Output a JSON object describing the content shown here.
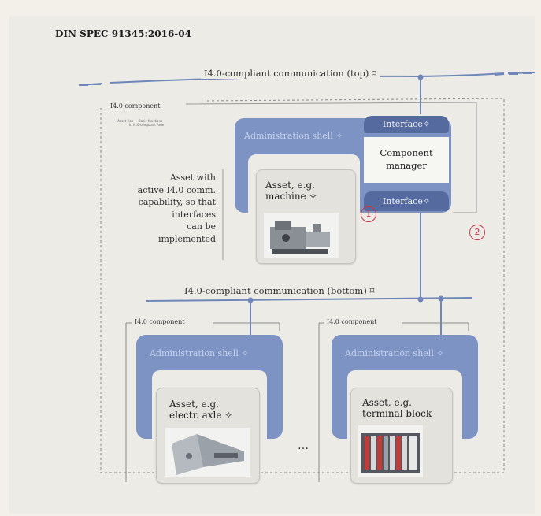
{
  "header": {
    "title": "DIN SPEC 91345:2016-04"
  },
  "top_bus": {
    "label": "I4.0-compliant communication (top) ⌑"
  },
  "bottom_bus": {
    "label": "I4.0-compliant communication (bottom) ⌑"
  },
  "main_component": {
    "label": "I4.0 component",
    "tiny_legend": [
      "— Asset Hoe  — Basic functions",
      "In I4.0-compliant Ame"
    ],
    "shell_title": "Administration shell ✧",
    "interface_top": "Interface✧",
    "interface_bottom": "Interface✧",
    "manager_line1": "Component",
    "manager_line2": "manager",
    "asset_line1": "Asset, e.g.",
    "asset_line2": "machine ✧",
    "side_text": [
      "Asset with",
      "active I4.0 comm.",
      "capability, so that",
      "interfaces",
      "can be",
      "implemented"
    ],
    "marker_1": "1",
    "marker_2": "2"
  },
  "left_component": {
    "label": "I4.0 component",
    "shell_title": "Administration shell ✧",
    "asset_line1": "Asset, e.g.",
    "asset_line2": "electr. axle ✧"
  },
  "right_component": {
    "label": "I4.0 component",
    "shell_title": "Administration shell ✧",
    "asset_line1": "Asset, e.g.",
    "asset_line2": "terminal block"
  },
  "ellipsis": "…",
  "colors": {
    "shell": "#7d93c4",
    "interface": "#556a9e",
    "bus": "#6f86b8",
    "marker": "#c0394b"
  },
  "icons": {
    "machine": "machine-photo",
    "axle": "electric-axle-photo",
    "terminal": "terminal-block-photo"
  }
}
